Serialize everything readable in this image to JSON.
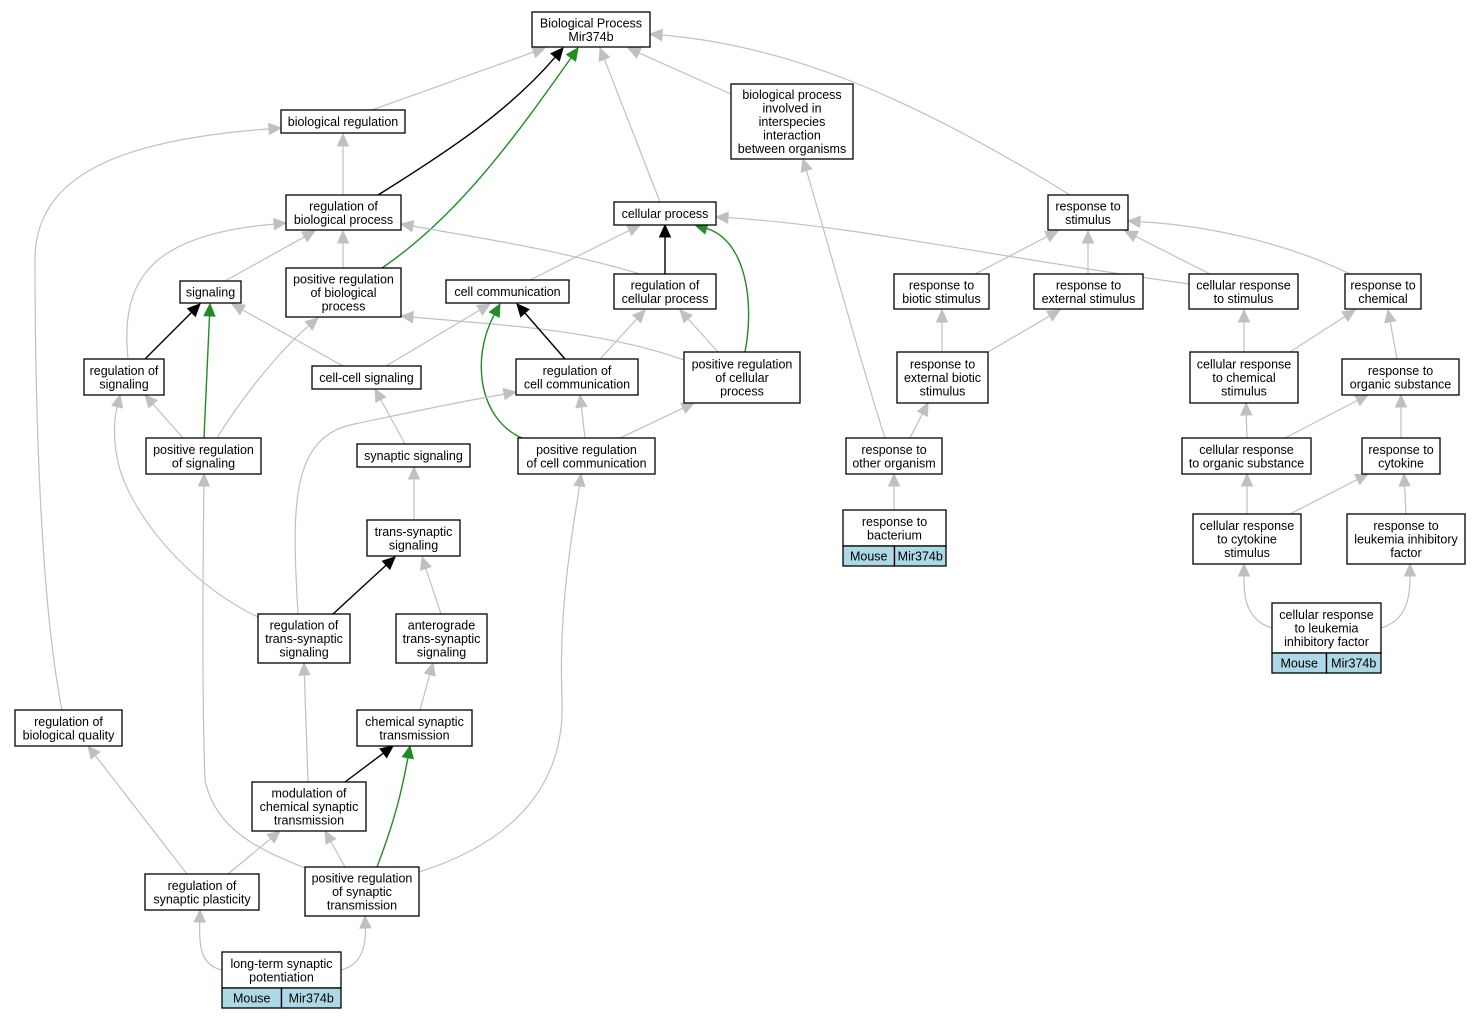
{
  "graph": {
    "nodes": {
      "bp": {
        "label": [
          "Biological Process",
          "Mir374b"
        ]
      },
      "bioreg": {
        "label": [
          "biological regulation"
        ]
      },
      "interspecies": {
        "label": [
          "biological process",
          "involved in",
          "interspecies",
          "interaction",
          "between organisms"
        ]
      },
      "regbp": {
        "label": [
          "regulation of",
          "biological process"
        ]
      },
      "cellproc": {
        "label": [
          "cellular process"
        ]
      },
      "respstim": {
        "label": [
          "response to",
          "stimulus"
        ]
      },
      "signaling": {
        "label": [
          "signaling"
        ]
      },
      "posregbp": {
        "label": [
          "positive regulation",
          "of biological",
          "process"
        ]
      },
      "cellcomm": {
        "label": [
          "cell communication"
        ]
      },
      "regcellproc": {
        "label": [
          "regulation of",
          "cellular process"
        ]
      },
      "respbiotic": {
        "label": [
          "response to",
          "biotic stimulus"
        ]
      },
      "respext": {
        "label": [
          "response to",
          "external stimulus"
        ]
      },
      "cellrespstim": {
        "label": [
          "cellular response",
          "to stimulus"
        ]
      },
      "respchem": {
        "label": [
          "response to",
          "chemical"
        ]
      },
      "regsig": {
        "label": [
          "regulation of",
          "signaling"
        ]
      },
      "cellcell": {
        "label": [
          "cell-cell signaling"
        ]
      },
      "regcellcomm": {
        "label": [
          "regulation of",
          "cell communication"
        ]
      },
      "posregcellproc": {
        "label": [
          "positive regulation",
          "of cellular",
          "process"
        ]
      },
      "respextbiotic": {
        "label": [
          "response to",
          "external biotic",
          "stimulus"
        ]
      },
      "cellrespchem": {
        "label": [
          "cellular response",
          "to chemical",
          "stimulus"
        ]
      },
      "resporg": {
        "label": [
          "response to",
          "organic substance"
        ]
      },
      "posregsig": {
        "label": [
          "positive regulation",
          "of signaling"
        ]
      },
      "synsig": {
        "label": [
          "synaptic signaling"
        ]
      },
      "posregcellcomm": {
        "label": [
          "positive regulation",
          "of cell communication"
        ]
      },
      "respother": {
        "label": [
          "response to",
          "other organism"
        ]
      },
      "cellresporg": {
        "label": [
          "cellular response",
          "to organic substance"
        ]
      },
      "respcyt": {
        "label": [
          "response to",
          "cytokine"
        ]
      },
      "respbact": {
        "label": [
          "response to",
          "bacterium"
        ],
        "cells": [
          "Mouse",
          "Mir374b"
        ]
      },
      "transsyn": {
        "label": [
          "trans-synaptic",
          "signaling"
        ]
      },
      "cellrespcyt": {
        "label": [
          "cellular response",
          "to cytokine",
          "stimulus"
        ]
      },
      "resplif": {
        "label": [
          "response to",
          "leukemia inhibitory",
          "factor"
        ]
      },
      "regtranssyn": {
        "label": [
          "regulation of",
          "trans-synaptic",
          "signaling"
        ]
      },
      "antero": {
        "label": [
          "anterograde",
          "trans-synaptic",
          "signaling"
        ]
      },
      "cellresplif": {
        "label": [
          "cellular response",
          "to leukemia",
          "inhibitory factor"
        ],
        "cells": [
          "Mouse",
          "Mir374b"
        ]
      },
      "regbioqual": {
        "label": [
          "regulation of",
          "biological quality"
        ]
      },
      "chemsyn": {
        "label": [
          "chemical synaptic",
          "transmission"
        ]
      },
      "modchem": {
        "label": [
          "modulation of",
          "chemical synaptic",
          "transmission"
        ]
      },
      "regsynplast": {
        "label": [
          "regulation of",
          "synaptic plasticity"
        ]
      },
      "posregsyn": {
        "label": [
          "positive regulation",
          "of synaptic",
          "transmission"
        ]
      },
      "ltp": {
        "label": [
          "long-term synaptic",
          "potentiation"
        ],
        "cells": [
          "Mouse",
          "Mir374b"
        ]
      }
    },
    "edge_colors": {
      "is_a": "#c0c0c0",
      "regulates": "#000000",
      "positively_regulates": "#228b22"
    },
    "cell_color": "#add8e6"
  }
}
